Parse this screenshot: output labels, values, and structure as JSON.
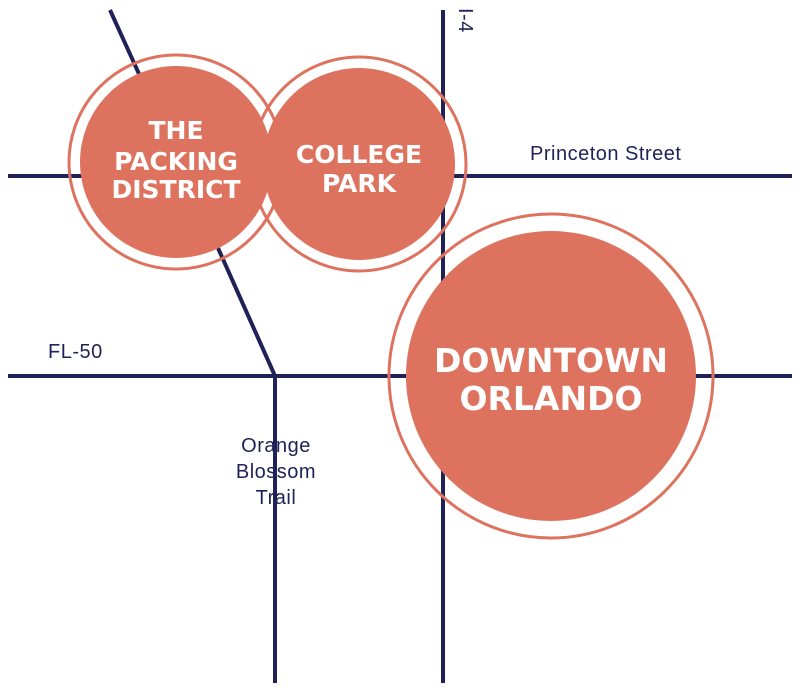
{
  "colors": {
    "road": "#1f2157",
    "district": "#dd735e",
    "district_text": "#ffffff",
    "background": "#ffffff"
  },
  "roads": {
    "i4": "I-4",
    "princeton": "Princeton Street",
    "fl50": "FL-50",
    "obt": [
      "Orange",
      "Blossom",
      "Trail"
    ]
  },
  "districts": {
    "packing": [
      "THE",
      "PACKING",
      "DISTRICT"
    ],
    "college_park": [
      "COLLEGE",
      "PARK"
    ],
    "downtown": [
      "DOWNTOWN",
      "ORLANDO"
    ]
  }
}
